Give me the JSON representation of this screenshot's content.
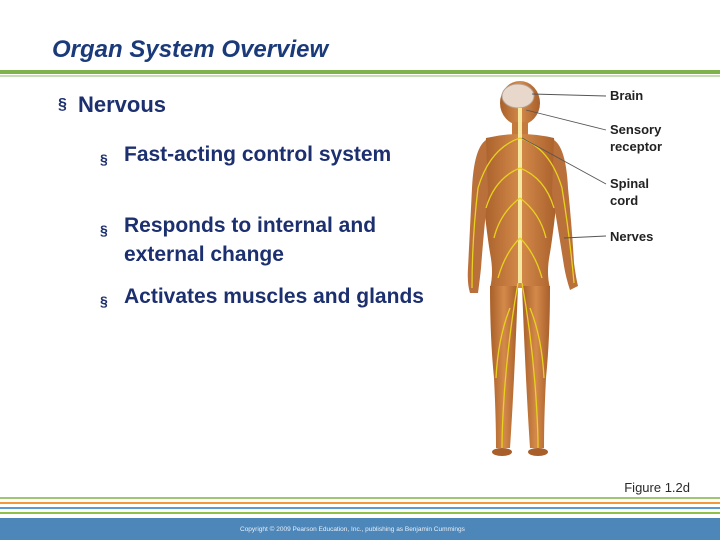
{
  "slide": {
    "title": "Organ System Overview",
    "bullets": {
      "level1": "Nervous",
      "level2": [
        "Fast-acting control system",
        "Responds to internal and external change",
        "Activates muscles and glands"
      ]
    },
    "figure": {
      "labels": {
        "brain": "Brain",
        "sensory_receptor": "Sensory receptor",
        "spinal_cord": "Spinal cord",
        "nerves": "Nerves"
      },
      "caption": "Figure 1.2d"
    },
    "footer": {
      "copyright": "Copyright © 2009 Pearson Education, Inc., publishing as Benjamin Cummings"
    }
  },
  "colors": {
    "title": "#1a3a7a",
    "text": "#1c2f6e",
    "rule": "#7fb24a",
    "footer": "#4d86b9",
    "skin": "#c47a3c",
    "nerve": "#e8d21e"
  }
}
